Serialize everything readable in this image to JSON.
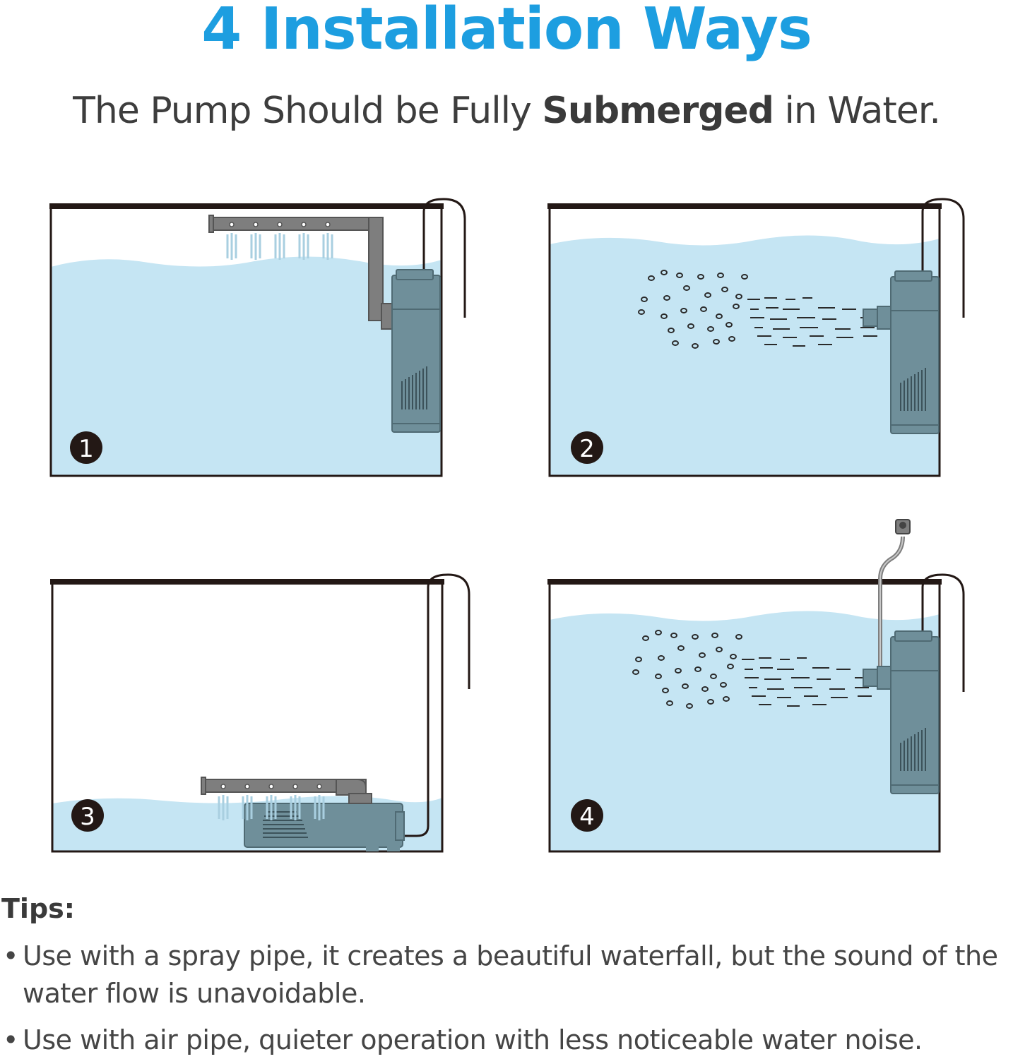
{
  "header": {
    "title": "4 Installation Ways",
    "subtitle_pre": "The Pump Should be Fully ",
    "subtitle_bold": "Submerged",
    "subtitle_post": " in Water."
  },
  "panels": [
    {
      "number": "1",
      "mode": "spray-pipe-above-water"
    },
    {
      "number": "2",
      "mode": "air-pipe-jet"
    },
    {
      "number": "3",
      "mode": "low-water-spray-pipe"
    },
    {
      "number": "4",
      "mode": "air-pipe-jet-with-air-tube"
    }
  ],
  "tips": {
    "title": "Tips:",
    "bullet": "•",
    "items": [
      "Use with a spray pipe, it creates a beautiful waterfall, but the sound of the water flow is unavoidable.",
      "Use with air pipe, quieter operation with less noticeable water noise."
    ]
  },
  "colors": {
    "title": "#1d9ee0",
    "water": "#c5e5f3",
    "pump": "#6f8f9a",
    "pipe": "#7e7e7e",
    "frame": "#231815"
  }
}
